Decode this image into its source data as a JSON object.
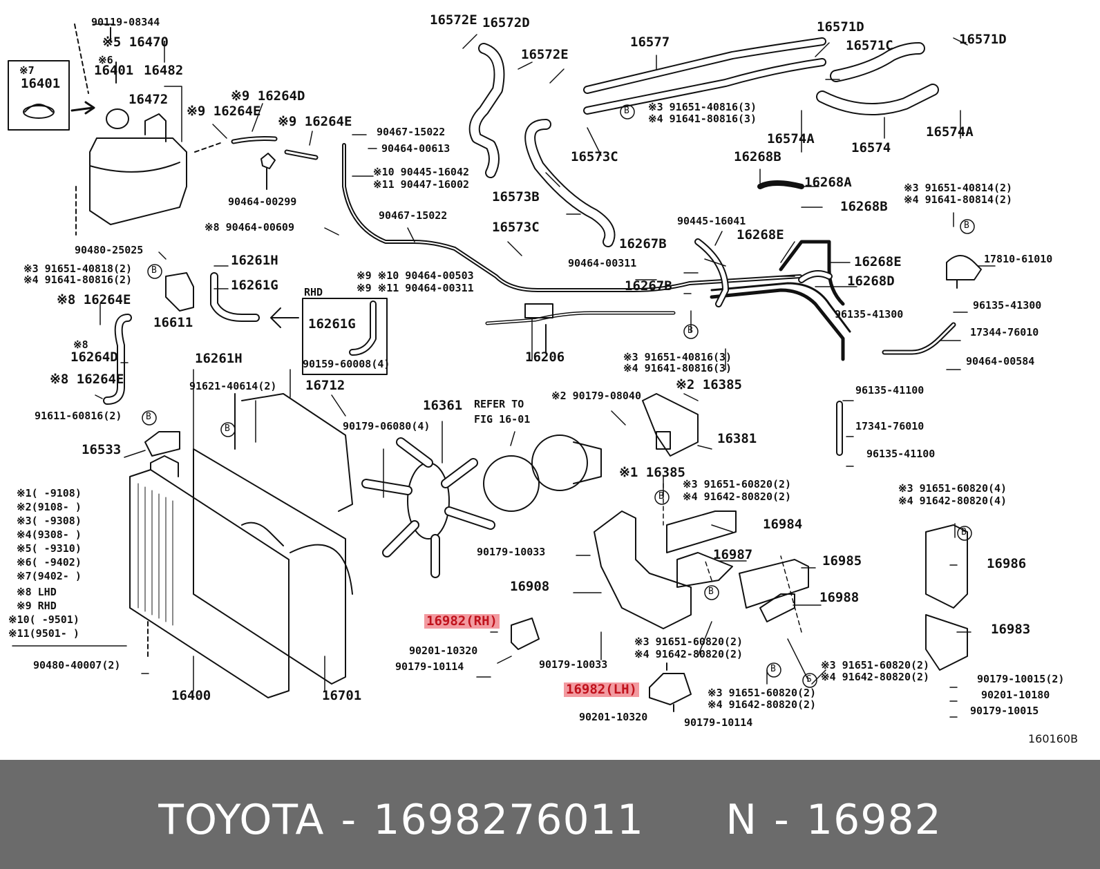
{
  "footer": {
    "brand": "TOYOTA",
    "dash1": "-",
    "part_number": "1698276011",
    "ref_prefix": "N",
    "dash2": "-",
    "ref_number": "16982"
  },
  "diagram_code": "160160B",
  "highlight_color": "#f29aa0",
  "labels": [
    {
      "id": "l01",
      "text": "90119-08344",
      "size": "sm"
    },
    {
      "id": "l02",
      "text": "※5 16470",
      "size": "big"
    },
    {
      "id": "l03",
      "text": "※6",
      "size": "sm"
    },
    {
      "id": "l04",
      "text": "16401",
      "size": "big"
    },
    {
      "id": "l05",
      "text": "16482",
      "size": "big"
    },
    {
      "id": "l06",
      "text": "※7",
      "size": "sm"
    },
    {
      "id": "l07",
      "text": "16401",
      "size": "big"
    },
    {
      "id": "l08",
      "text": "16472",
      "size": "big"
    },
    {
      "id": "l09",
      "text": "※9 16264D",
      "size": "big"
    },
    {
      "id": "l10",
      "text": "※9 16264E",
      "size": "big"
    },
    {
      "id": "l11",
      "text": "※9 16264E",
      "size": "big"
    },
    {
      "id": "l12",
      "text": "90467-15022",
      "size": "sm"
    },
    {
      "id": "l13",
      "text": "90464-00613",
      "size": "sm"
    },
    {
      "id": "l14",
      "text": "※10 90445-16042",
      "size": "sm"
    },
    {
      "id": "l15",
      "text": "※11 90447-16002",
      "size": "sm"
    },
    {
      "id": "l16",
      "text": "90464-00299",
      "size": "sm"
    },
    {
      "id": "l17",
      "text": "90467-15022",
      "size": "sm"
    },
    {
      "id": "l18",
      "text": "※8 90464-00609",
      "size": "sm"
    },
    {
      "id": "l19",
      "text": "90480-25025",
      "size": "sm"
    },
    {
      "id": "l20",
      "text": "※3 91651-40818(2)",
      "size": "sm"
    },
    {
      "id": "l21",
      "text": "※4 91641-80816(2)",
      "size": "sm"
    },
    {
      "id": "l22",
      "text": "16261H",
      "size": "big"
    },
    {
      "id": "l23",
      "text": "16261G",
      "size": "big"
    },
    {
      "id": "l24",
      "text": "※8 16264E",
      "size": "big"
    },
    {
      "id": "l25",
      "text": "16611",
      "size": "big"
    },
    {
      "id": "l26",
      "text": "RHD",
      "size": "sm"
    },
    {
      "id": "l27",
      "text": "16261G",
      "size": "big"
    },
    {
      "id": "l28",
      "text": "※9 ※10 90464-00503",
      "size": "sm"
    },
    {
      "id": "l29",
      "text": "※9 ※11 90464-00311",
      "size": "sm"
    },
    {
      "id": "l30",
      "text": "※8",
      "size": "sm"
    },
    {
      "id": "l31",
      "text": "16264D",
      "size": "big"
    },
    {
      "id": "l32",
      "text": "16261H",
      "size": "big"
    },
    {
      "id": "l33",
      "text": "※8 16264E",
      "size": "big"
    },
    {
      "id": "l34",
      "text": "90159-60008(4)",
      "size": "sm"
    },
    {
      "id": "l35",
      "text": "91621-40614(2)",
      "size": "sm"
    },
    {
      "id": "l36",
      "text": "16712",
      "size": "big"
    },
    {
      "id": "l37",
      "text": "91611-60816(2)",
      "size": "sm"
    },
    {
      "id": "l38",
      "text": "16533",
      "size": "big"
    },
    {
      "id": "l39",
      "text": "16572E",
      "size": "big"
    },
    {
      "id": "l40",
      "text": "16572D",
      "size": "big"
    },
    {
      "id": "l41",
      "text": "16577",
      "size": "big"
    },
    {
      "id": "l42",
      "text": "16571D",
      "size": "big"
    },
    {
      "id": "l43",
      "text": "16571C",
      "size": "big"
    },
    {
      "id": "l44",
      "text": "16571D",
      "size": "big"
    },
    {
      "id": "l45",
      "text": "16572E",
      "size": "big"
    },
    {
      "id": "l46",
      "text": "※3 91651-40816(3)",
      "size": "sm"
    },
    {
      "id": "l47",
      "text": "※4 91641-80816(3)",
      "size": "sm"
    },
    {
      "id": "l48",
      "text": "16574A",
      "size": "big"
    },
    {
      "id": "l49",
      "text": "16574",
      "size": "big"
    },
    {
      "id": "l50",
      "text": "16574A",
      "size": "big"
    },
    {
      "id": "l51",
      "text": "16573C",
      "size": "big"
    },
    {
      "id": "l52",
      "text": "16268B",
      "size": "big"
    },
    {
      "id": "l53",
      "text": "16268A",
      "size": "big"
    },
    {
      "id": "l54",
      "text": "16268B",
      "size": "big"
    },
    {
      "id": "l55",
      "text": "※3 91651-40814(2)",
      "size": "sm"
    },
    {
      "id": "l56",
      "text": "※4 91641-80814(2)",
      "size": "sm"
    },
    {
      "id": "l57",
      "text": "16573B",
      "size": "big"
    },
    {
      "id": "l58",
      "text": "16573C",
      "size": "big"
    },
    {
      "id": "l59",
      "text": "90445-16041",
      "size": "sm"
    },
    {
      "id": "l60",
      "text": "16268E",
      "size": "big"
    },
    {
      "id": "l61",
      "text": "16267B",
      "size": "big"
    },
    {
      "id": "l62",
      "text": "90464-00311",
      "size": "sm"
    },
    {
      "id": "l63",
      "text": "16268E",
      "size": "big"
    },
    {
      "id": "l64",
      "text": "17810-61010",
      "size": "sm"
    },
    {
      "id": "l65",
      "text": "16267B",
      "size": "big"
    },
    {
      "id": "l66",
      "text": "16268D",
      "size": "big"
    },
    {
      "id": "l67",
      "text": "96135-41300",
      "size": "sm"
    },
    {
      "id": "l68",
      "text": "96135-41300",
      "size": "sm"
    },
    {
      "id": "l69",
      "text": "17344-76010",
      "size": "sm"
    },
    {
      "id": "l70",
      "text": "16206",
      "size": "big"
    },
    {
      "id": "l71",
      "text": "※3 91651-40816(3)",
      "size": "sm"
    },
    {
      "id": "l72",
      "text": "※4 91641-80816(3)",
      "size": "sm"
    },
    {
      "id": "l73",
      "text": "90464-00584",
      "size": "sm"
    },
    {
      "id": "l74",
      "text": "※2 16385",
      "size": "big"
    },
    {
      "id": "l75",
      "text": "96135-41100",
      "size": "sm"
    },
    {
      "id": "l76",
      "text": "16361",
      "size": "big"
    },
    {
      "id": "l77",
      "text": "REFER TO",
      "size": "sm"
    },
    {
      "id": "l78",
      "text": "FIG 16-01",
      "size": "sm"
    },
    {
      "id": "l79",
      "text": "※2 90179-08040",
      "size": "sm"
    },
    {
      "id": "l80",
      "text": "90179-06080(4)",
      "size": "sm"
    },
    {
      "id": "l81",
      "text": "16381",
      "size": "big"
    },
    {
      "id": "l82",
      "text": "17341-76010",
      "size": "sm"
    },
    {
      "id": "l83",
      "text": "96135-41100",
      "size": "sm"
    },
    {
      "id": "l84",
      "text": "※1 16385",
      "size": "big"
    },
    {
      "id": "l85",
      "text": "※3 91651-60820(2)",
      "size": "sm"
    },
    {
      "id": "l86",
      "text": "※4 91642-80820(2)",
      "size": "sm"
    },
    {
      "id": "l87",
      "text": "※3 91651-60820(4)",
      "size": "sm"
    },
    {
      "id": "l88",
      "text": "※4 91642-80820(4)",
      "size": "sm"
    },
    {
      "id": "l89",
      "text": "16984",
      "size": "big"
    },
    {
      "id": "l90",
      "text": "90179-10033",
      "size": "sm"
    },
    {
      "id": "l91",
      "text": "16987",
      "size": "big"
    },
    {
      "id": "l92",
      "text": "16985",
      "size": "big"
    },
    {
      "id": "l93",
      "text": "16986",
      "size": "big"
    },
    {
      "id": "l94",
      "text": "16908",
      "size": "big"
    },
    {
      "id": "l95",
      "text": "16988",
      "size": "big"
    },
    {
      "id": "l96",
      "text": "16982(RH)",
      "size": "big",
      "highlight": true
    },
    {
      "id": "l97",
      "text": "16983",
      "size": "big"
    },
    {
      "id": "l98",
      "text": "90201-10320",
      "size": "sm"
    },
    {
      "id": "l99",
      "text": "※3 91651-60820(2)",
      "size": "sm"
    },
    {
      "id": "l100",
      "text": "※4 91642-80820(2)",
      "size": "sm"
    },
    {
      "id": "l101",
      "text": "90179-10114",
      "size": "sm"
    },
    {
      "id": "l102",
      "text": "90179-10033",
      "size": "sm"
    },
    {
      "id": "l103",
      "text": "※3 91651-60820(2)",
      "size": "sm"
    },
    {
      "id": "l104",
      "text": "※4 91642-80820(2)",
      "size": "sm"
    },
    {
      "id": "l105",
      "text": "90179-10015(2)",
      "size": "sm"
    },
    {
      "id": "l106",
      "text": "16982(LH)",
      "size": "big",
      "highlight": true
    },
    {
      "id": "l107",
      "text": "90201-10180",
      "size": "sm"
    },
    {
      "id": "l108",
      "text": "※3 91651-60820(2)",
      "size": "sm"
    },
    {
      "id": "l109",
      "text": "※4 91642-80820(2)",
      "size": "sm"
    },
    {
      "id": "l110",
      "text": "90179-10015",
      "size": "sm"
    },
    {
      "id": "l111",
      "text": "90201-10320",
      "size": "sm"
    },
    {
      "id": "l112",
      "text": "90179-10114",
      "size": "sm"
    },
    {
      "id": "l113",
      "text": "90480-40007(2)",
      "size": "sm"
    },
    {
      "id": "l114",
      "text": "16400",
      "size": "big"
    },
    {
      "id": "l115",
      "text": "16701",
      "size": "big"
    },
    {
      "id": "l116",
      "text": "※1(    -9108)",
      "size": "sm"
    },
    {
      "id": "l117",
      "text": "※2(9108-     )",
      "size": "sm"
    },
    {
      "id": "l118",
      "text": "※3(    -9308)",
      "size": "sm"
    },
    {
      "id": "l119",
      "text": "※4(9308-     )",
      "size": "sm"
    },
    {
      "id": "l120",
      "text": "※5(    -9310)",
      "size": "sm"
    },
    {
      "id": "l121",
      "text": "※6(    -9402)",
      "size": "sm"
    },
    {
      "id": "l122",
      "text": "※7(9402-     )",
      "size": "sm"
    },
    {
      "id": "l123",
      "text": "※8 LHD",
      "size": "sm"
    },
    {
      "id": "l124",
      "text": "※9 RHD",
      "size": "sm"
    },
    {
      "id": "l125",
      "text": "※10(    -9501)",
      "size": "sm"
    },
    {
      "id": "l126",
      "text": "※11(9501-     )",
      "size": "sm"
    }
  ],
  "markers": [
    {
      "id": "m1",
      "text": "B"
    },
    {
      "id": "m2",
      "text": "B"
    },
    {
      "id": "m3",
      "text": "B"
    },
    {
      "id": "m4",
      "text": "B"
    },
    {
      "id": "m5",
      "text": "B"
    },
    {
      "id": "m6",
      "text": "B"
    },
    {
      "id": "m7",
      "text": "B"
    },
    {
      "id": "m8",
      "text": "B"
    },
    {
      "id": "m9",
      "text": "B"
    },
    {
      "id": "m10",
      "text": "B"
    },
    {
      "id": "m11",
      "text": "S"
    }
  ]
}
